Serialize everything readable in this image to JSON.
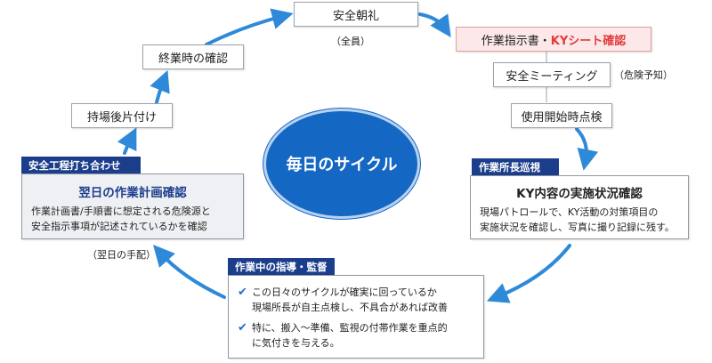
{
  "colors": {
    "navy": "#1b3d8c",
    "arrow": "#2e8ad8",
    "accent_red": "#e43b3b",
    "ellipse": "#1567c4"
  },
  "center": {
    "label": "毎日のサイクル"
  },
  "top": {
    "label": "安全朝礼",
    "sub": "（全員）"
  },
  "work_instruction": {
    "prefix": "作業指示書・",
    "highlight": "KYシート確認"
  },
  "safety_meeting": {
    "label": "安全ミーティング",
    "note": "（危険予知）"
  },
  "pre_use_check": {
    "label": "使用開始時点検"
  },
  "end_check": {
    "label": "終業時の確認"
  },
  "cleanup": {
    "label": "持場後片付け"
  },
  "planning": {
    "header": "安全工程打ち合わせ",
    "title": "翌日の作業計画確認",
    "lines": [
      "作業計画書/手順書に想定される危険源と",
      "安全指示事項が記述されているかを確認"
    ],
    "note": "（翌日の手配）"
  },
  "patrol": {
    "header": "作業所長巡視",
    "title": "KY内容の実施状況確認",
    "lines": [
      "現場パトロールで、KY活動の対策項目の",
      "実施状況を確認し、写真に撮り記録に残す。"
    ]
  },
  "supervision": {
    "header": "作業中の指導・監督",
    "items": [
      [
        "この日々のサイクルが確実に回っているか",
        "現場所長が自主点検し、不具合があれば改善"
      ],
      [
        "特に、搬入～準備、監視の付帯作業を重点的",
        "に気付きを与える。"
      ]
    ]
  }
}
